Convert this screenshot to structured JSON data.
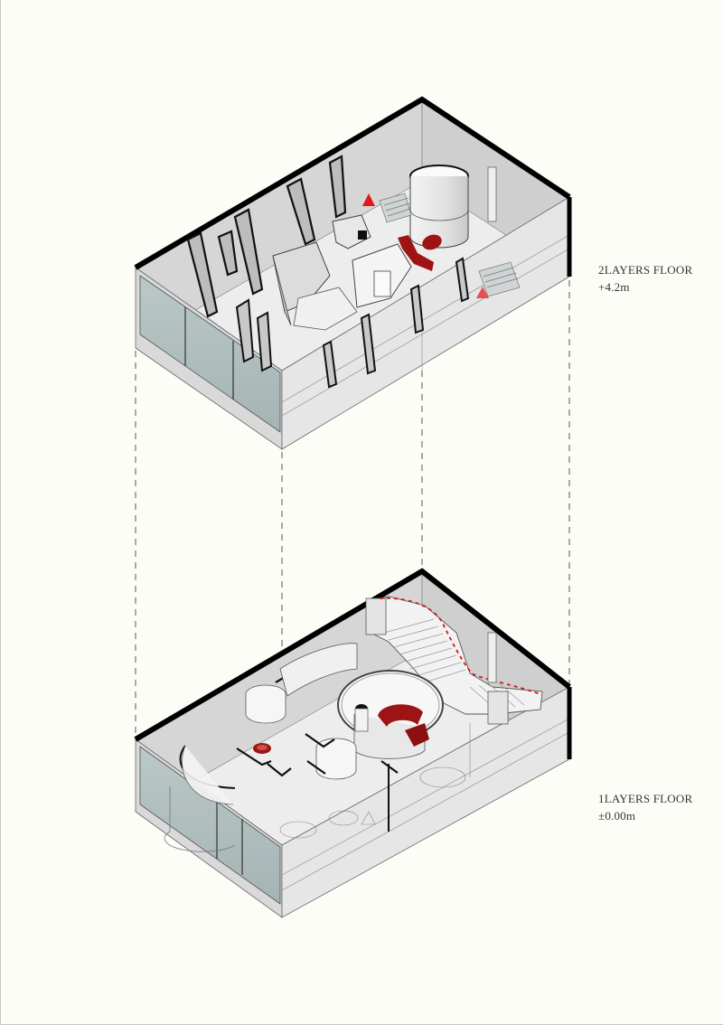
{
  "drawing": {
    "type": "exploded axonometric floor plan",
    "background_color": "#fdfdf8",
    "accent_color": "#9e1414",
    "marker_color": "#e03030"
  },
  "floors": [
    {
      "id": "floor-2",
      "title": "2LAYERS FLOOR",
      "elevation": "+4.2m",
      "features": [
        "angled partition walls",
        "faceted sculptural blocks",
        "cylindrical stair core",
        "red seating elements",
        "red triangle markers",
        "glass curtain wall"
      ]
    },
    {
      "id": "floor-1",
      "title": "1LAYERS FLOOR",
      "elevation": "±0.00m",
      "features": [
        "stepped grand staircase",
        "red dashed circulation path",
        "circular lounge with red seating",
        "curved partition walls",
        "glass curtain wall",
        "booth pods"
      ]
    }
  ],
  "guides": {
    "style": "dashed",
    "count": 4
  }
}
